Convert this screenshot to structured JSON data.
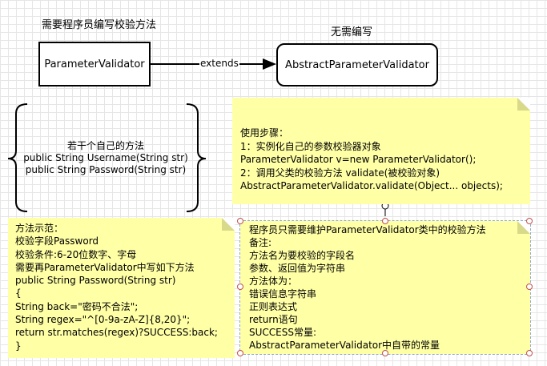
{
  "top": {
    "caption_left": "需要程序员编写校验方法",
    "caption_right": "无需编写",
    "box_left": "ParameterValidator",
    "box_right": "AbstractParameterValidator",
    "arrow_label": "extends"
  },
  "brace": {
    "lines": [
      "若干个自己的方法",
      "public String Username(String str)",
      "public String Password(String str)"
    ]
  },
  "note_usage": {
    "lines": [
      "使用步骤：",
      "1：实例化自己的参数校验器对象",
      "ParameterValidator v=new ParameterValidator();",
      "2：调用父类的校验方法 validate(被校验对象)",
      "AbstractParameterValidator.validate(Object... objects);"
    ]
  },
  "note_example": {
    "lines": [
      "方法示范：",
      "校验字段Password",
      "校验条件:6-20位数字、字母",
      "需要再ParameterValidator中写如下方法",
      "public String Password(String str)",
      "{",
      "String back=\"密码不合法\";",
      "String regex=\"^[0-9a-zA-Z]{8,20}\";",
      "return str.matches(regex)?SUCCESS:back;",
      "}"
    ]
  },
  "note_remarks": {
    "lines": [
      "程序员只需要维护ParameterValidator类中的校验方法",
      "备注:",
      "方法名为要校验的字段名",
      "参数、返回值为字符串",
      "方法体为：",
      "错误信息字符串",
      "正则表达式",
      "return语句",
      "SUCCESS常量:",
      "AbstractParameterValidator中自带的常量"
    ]
  },
  "colors": {
    "note_fill": "#ffffa6",
    "handle_stroke": "#c0504d",
    "grid": "#e6e6e6"
  }
}
